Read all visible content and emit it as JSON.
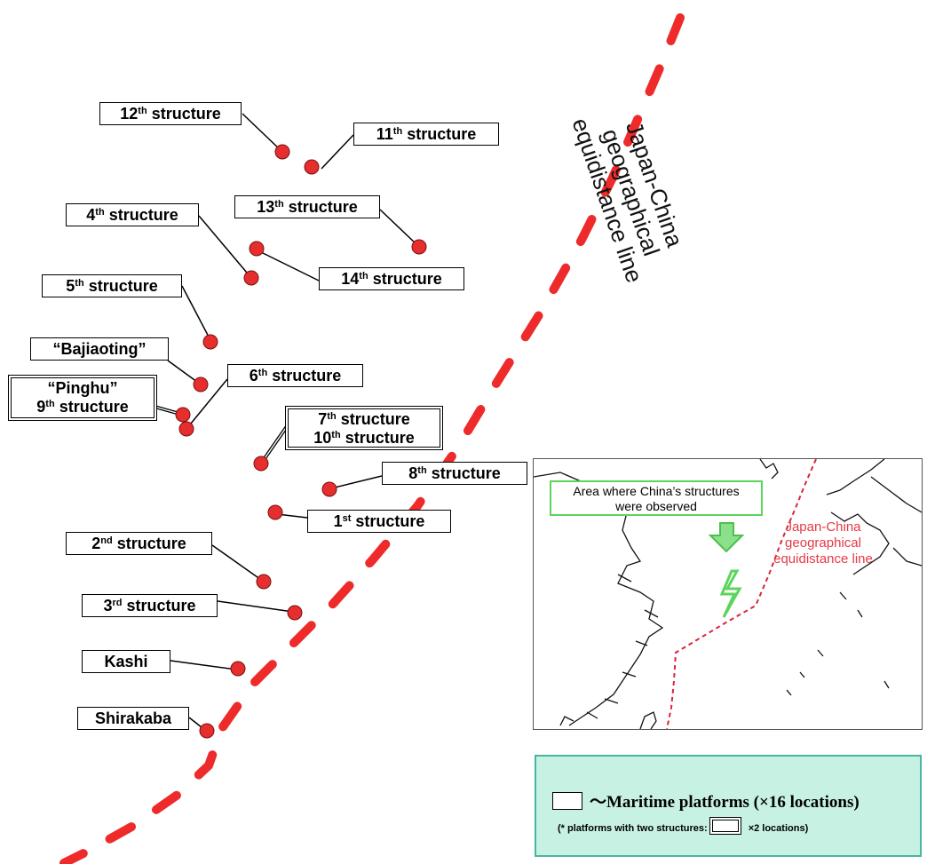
{
  "colors": {
    "dashed_line": "#ee2a2a",
    "marker": "#e62e2e",
    "inset_line": "#d9263b",
    "legend_bg": "#c6f1e3",
    "area_box": "#5bd55b"
  },
  "equidistance_label": [
    "Japan-China",
    "geographical",
    "equidistance line"
  ],
  "structures": [
    {
      "key": "s12",
      "name": "12",
      "suffix": "th",
      "rest": " structure"
    },
    {
      "key": "s11",
      "name": "11",
      "suffix": "th",
      "rest": " structure"
    },
    {
      "key": "s4",
      "name": "4",
      "suffix": "th",
      "rest": " structure"
    },
    {
      "key": "s13",
      "name": "13",
      "suffix": "th",
      "rest": " structure"
    },
    {
      "key": "s14",
      "name": "14",
      "suffix": "th",
      "rest": " structure"
    },
    {
      "key": "s5",
      "name": "5",
      "suffix": "th",
      "rest": " structure"
    },
    {
      "key": "bajiaoting",
      "name": "“Bajiaoting”",
      "suffix": "",
      "rest": ""
    },
    {
      "key": "s6",
      "name": "6",
      "suffix": "th",
      "rest": " structure"
    },
    {
      "key": "s8",
      "name": "8",
      "suffix": "th",
      "rest": " structure"
    },
    {
      "key": "s1",
      "name": "1",
      "suffix": "st",
      "rest": " structure"
    },
    {
      "key": "s2",
      "name": "2",
      "suffix": "nd",
      "rest": " structure"
    },
    {
      "key": "s3",
      "name": "3",
      "suffix": "rd",
      "rest": " structure"
    },
    {
      "key": "kashi",
      "name": "Kashi",
      "suffix": "",
      "rest": ""
    },
    {
      "key": "shirakaba",
      "name": "Shirakaba",
      "suffix": "",
      "rest": ""
    }
  ],
  "double_labels": {
    "pinghu": {
      "line1": "“Pinghu”",
      "line2_num": "9",
      "line2_suffix": "th",
      "line2_rest": " structure"
    },
    "s7_10": {
      "line1_num": "7",
      "line1_suffix": "th",
      "line1_rest": " structure",
      "line2_num": "10",
      "line2_suffix": "th",
      "line2_rest": " structure"
    }
  },
  "inset": {
    "area_text_1": "Area where China’s structures",
    "area_text_2": "were observed",
    "line_label": [
      "Japan-China",
      "geographical",
      "equidistance line"
    ]
  },
  "legend": {
    "main": "～Maritime platforms (×16 locations)",
    "sub_prefix": "(* platforms with two structures:",
    "sub_suffix": "×2 locations)"
  }
}
